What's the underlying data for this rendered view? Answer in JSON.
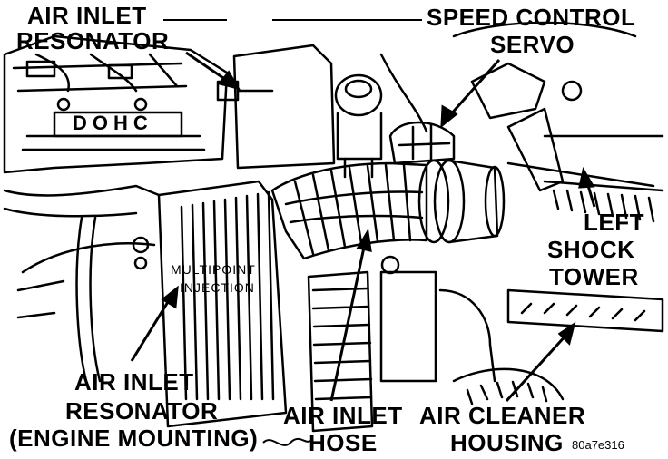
{
  "labels": {
    "air_inlet_resonator_top_l1": "AIR INLET",
    "air_inlet_resonator_top_l2": "RESONATOR",
    "speed_control_servo_l1": "SPEED CONTROL",
    "speed_control_servo_l2": "SERVO",
    "left_shock_tower_l1": "LEFT",
    "left_shock_tower_l2": "SHOCK",
    "left_shock_tower_l3": "TOWER",
    "air_inlet_resonator_engine_l1": "AIR INLET",
    "air_inlet_resonator_engine_l2": "RESONATOR",
    "air_inlet_resonator_engine_l3": "(ENGINE MOUNTING)",
    "air_inlet_hose_l1": "AIR INLET",
    "air_inlet_hose_l2": "HOSE",
    "air_cleaner_housing_l1": "AIR CLEANER",
    "air_cleaner_housing_l2": "HOUSING",
    "multipoint_l1": "MULTIPOINT",
    "multipoint_l2": "INJECTION",
    "engine_badge": "DOHC",
    "figure_code": "80a7e316"
  }
}
